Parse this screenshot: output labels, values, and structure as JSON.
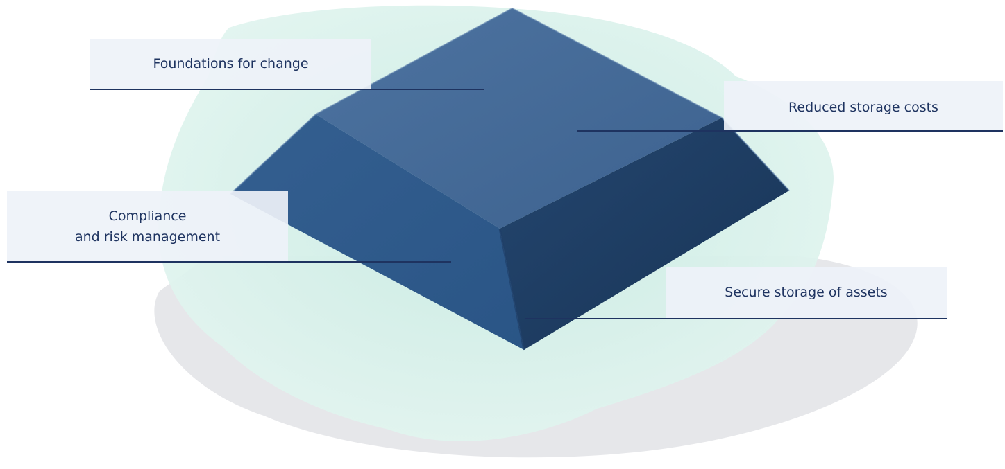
{
  "callouts": {
    "foundations": "Foundations for change",
    "storage_costs": "Reduced storage costs",
    "compliance_line1": "Compliance",
    "compliance_line2": "and risk management",
    "secure_storage": "Secure storage of assets"
  },
  "colors": {
    "label_text": "#1e3360",
    "label_background": "#eef2f8",
    "leader_line": "#1e3360",
    "block_top": "#456a95",
    "block_left_face": "#2f5b8d",
    "block_right_face": "#1e3c64",
    "block_front_bevel": "#244a77",
    "ground_mint": "#d5efe8",
    "ground_shadow": "#e8e9ec"
  },
  "illustration": {
    "subject": "dark blue bevelled block resting on a mint-green ground patch"
  }
}
